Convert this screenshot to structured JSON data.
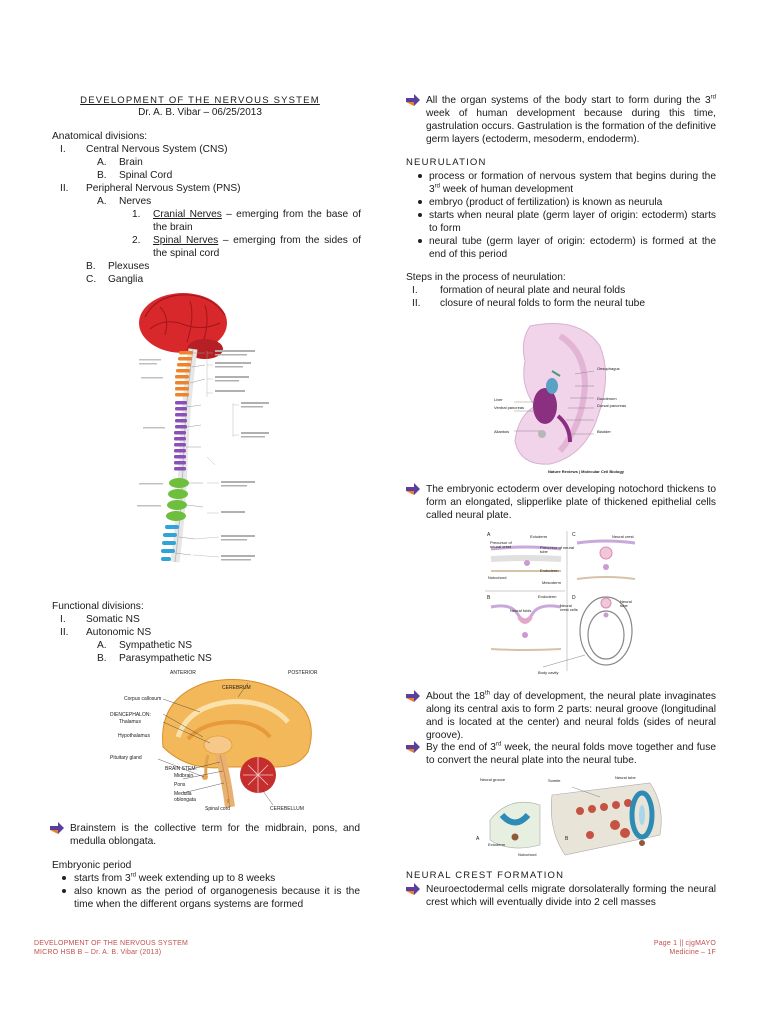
{
  "header": {
    "title": "DEVELOPMENT OF THE NERVOUS SYSTEM",
    "author": "Dr. A. B. Vibar – 06/25/2013"
  },
  "anatomical": {
    "heading": "Anatomical divisions:",
    "i_num": "I.",
    "i_text": "Central Nervous System (CNS)",
    "a_num": "A.",
    "a_text": "Brain",
    "b_num": "B.",
    "b_text": "Spinal Cord",
    "ii_num": "II.",
    "ii_text": "Peripheral Nervous System (PNS)",
    "nerves_num": "A.",
    "nerves_text": "Nerves",
    "n1_num": "1.",
    "n1_term": "Cranial Nerves",
    "n1_rest": " – emerging from the base of the brain",
    "n2_num": "2.",
    "n2_term": "Spinal Nerves",
    "n2_rest": " – emerging from the sides of the spinal cord",
    "plex_num": "B.",
    "plex_text": "Plexuses",
    "gang_num": "C.",
    "gang_text": "Ganglia"
  },
  "functional": {
    "heading": "Functional divisions:",
    "i_num": "I.",
    "i_text": "Somatic NS",
    "ii_num": "II.",
    "ii_text": "Autonomic NS",
    "a_num": "A.",
    "a_text": "Sympathetic NS",
    "b_num": "B.",
    "b_text": "Parasympathetic NS"
  },
  "brain_fig": {
    "anterior": "ANTERIOR",
    "posterior": "POSTERIOR",
    "cerebrum": "CEREBRUM",
    "corpus": "Corpus callosum",
    "dienc": "DIENCEPHALON:",
    "thalamus": "Thalamus",
    "hypo": "Hypothalamus",
    "pituitary": "Pituitary gland",
    "brainstem": "BRAIN STEM:",
    "midbrain": "Midbrain",
    "pons": "Pons",
    "medulla1": "Medulla",
    "medulla2": "oblongata",
    "spinal": "Spinal cord",
    "cerebellum": "CEREBELLUM"
  },
  "brainstem_note": "Brainstem is the collective term for the midbrain, pons, and medulla oblongata.",
  "embryonic": {
    "heading": "Embryonic period",
    "b1_pre": "starts from 3",
    "b1_sup": "rd",
    "b1_post": " week extending up to 8 weeks",
    "b2": "also known as the period of organogenesis because it is the time when the different organs systems are formed"
  },
  "right": {
    "intro_pre": "All the organ systems of the body start to form during the 3",
    "intro_sup": "rd",
    "intro_post": " week of human development because during this time, gastrulation occurs. Gastrulation is the formation of the definitive germ layers (ectoderm, mesoderm, endoderm).",
    "neurulation_heading": "NEURULATION",
    "n_b1_pre": "process or formation of nervous system that begins during the 3",
    "n_b1_sup": "rd",
    "n_b1_post": " week of human development",
    "n_b2": "embryo (product of fertilization) is known as neurula",
    "n_b3": "starts when neural plate (germ layer of origin: ectoderm) starts to form",
    "n_b4": "neural tube (germ layer of origin: ectoderm) is formed at the end of this period",
    "steps_heading": "Steps in the process of neurulation:",
    "s1_num": "I.",
    "s1_text": "formation of neural plate and neural folds",
    "s2_num": "II.",
    "s2_text": "closure of neural folds to form the neural tube",
    "embryo_caption": "Nature Reviews | Molecular Cell Biology",
    "ectoderm_note": "The embryonic ectoderm over developing notochord thickens to form an elongated, slipperlike plate of thickened epithelial cells called neural plate.",
    "day18_pre": "About the 18",
    "day18_sup": "th",
    "day18_post": " day of development, the neural plate invaginates along its central axis to form 2 parts: neural groove (longitudinal and is located at the center) and neural folds (sides of neural groove).",
    "end3_pre": "By the end of 3",
    "end3_sup": "rd",
    "end3_post": " week, the neural folds move together and fuse to convert the neural plate into the neural tube.",
    "crest_heading": "NEURAL CREST FORMATION",
    "crest_note": "Neuroectodermal cells migrate dorsolaterally forming the neural crest which will eventually divide into 2 cell masses"
  },
  "fig_labels": {
    "ectoderm": "Ectoderm",
    "neural_crest": "Neural crest",
    "precursor_crest": "Precursor of neural crest",
    "precursor_tube": "Precursor of neural tube",
    "endoderm": "Endoderm",
    "mesoderm": "Mesoderm",
    "notochord": "Notochord",
    "neural_tube": "Neural tube",
    "neural_folds": "Neural folds",
    "neural_crest_cells": "Neural crest cells",
    "body_cavity": "Body cavity",
    "a": "A",
    "b": "B",
    "c": "C",
    "d": "D",
    "neural_groove": "Neural groove",
    "somite": "Somite",
    "ectoderm2": "Ectoderm",
    "notochord2": "Notochord",
    "oesophagus": "Oesophagus",
    "duodenum": "Duodenum",
    "dorsal_pancreas": "Dorsal pancreas",
    "ventral_pancreas": "Ventral pancreas",
    "bladder": "Bladder",
    "allantois": "Allantois",
    "liver": "Liver"
  },
  "footer": {
    "left1": "DEVELOPMENT OF THE NERVOUS SYSTEM",
    "left2": "MICRO HSB B – Dr. A. B. Vibar (2013)",
    "right1": "Page 1 || cjgMAYO",
    "right2": "Medicine – 1F"
  },
  "colors": {
    "arrow_purple": "#5b3f9e",
    "arrow_orange": "#e9812a",
    "footer_red": "#c0504d",
    "brain_red": "#d8282c"
  }
}
